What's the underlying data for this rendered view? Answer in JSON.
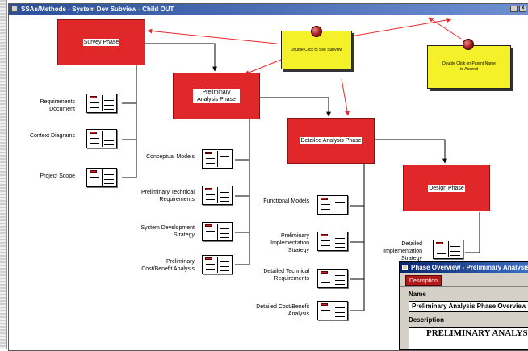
{
  "window": {
    "title": "SSAs/Methods - System Dev Subview - Child OUT",
    "close_glyph": "×"
  },
  "phases": {
    "survey": "Survey Phase",
    "preliminary": "Preliminary Analysis Phase",
    "detailed": "Detailed Analysis Phase",
    "design": "Design Phase"
  },
  "notes": {
    "subview": "Double Click to See Subview",
    "ascend": "Double Click on Parent Name to Ascend"
  },
  "documents": {
    "survey": [
      "Requirements Document",
      "Context Diagrams",
      "Project Scope"
    ],
    "preliminary": [
      "Conceptual Models",
      "Preliminary Technical Requirements",
      "System Development Strategy",
      "Preliminary Cost/Benefit Analysis"
    ],
    "detailed": [
      "Functional Models",
      "Preliminary Implementation Strategy",
      "Detailed Technical Requirements",
      "Detailed Cost/Benefit Analysis"
    ],
    "design": [
      "Detailed Implementation Strategy"
    ]
  },
  "overview": {
    "title": "Phase Overview - Preliminary Analysis",
    "tab": "Description",
    "name_label": "Name",
    "name_value": "Preliminary Analysis Phase Overview",
    "description_label": "Description",
    "description_text": "PRELIMINARY ANALYSIS"
  },
  "colors": {
    "phase": "#e0282b",
    "note": "#f4f02a",
    "connector": "#000000",
    "note_arrow": "#e8282b"
  },
  "icons": {
    "document": "document-icon",
    "pin": "pushpin-icon"
  }
}
